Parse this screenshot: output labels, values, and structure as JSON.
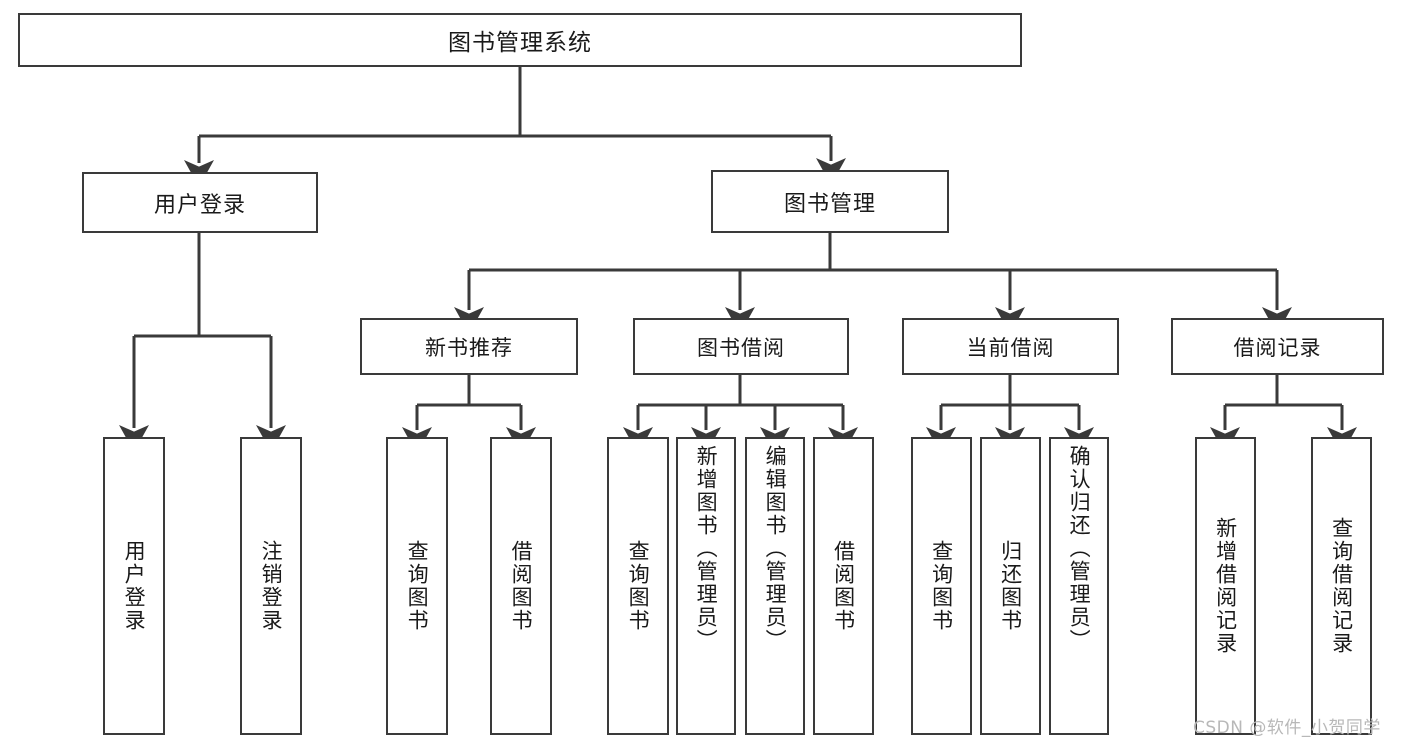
{
  "diagram": {
    "type": "hierarchy-tree",
    "title_node": {
      "id": "root",
      "label": "图书管理系统"
    },
    "level2": [
      {
        "id": "user-login",
        "label": "用户登录"
      },
      {
        "id": "book-management",
        "label": "图书管理"
      }
    ],
    "level3": [
      {
        "id": "new-book-recommend",
        "label": "新书推荐",
        "parent": "book-management"
      },
      {
        "id": "book-borrow",
        "label": "图书借阅",
        "parent": "book-management"
      },
      {
        "id": "current-borrow",
        "label": "当前借阅",
        "parent": "book-management"
      },
      {
        "id": "borrow-record",
        "label": "借阅记录",
        "parent": "book-management"
      }
    ],
    "leaves": [
      {
        "id": "leaf-user-login",
        "label": "用户登录",
        "parent": "user-login"
      },
      {
        "id": "leaf-logout",
        "label": "注销登录",
        "parent": "user-login"
      },
      {
        "id": "leaf-query-book-1",
        "label": "查询图书",
        "parent": "new-book-recommend"
      },
      {
        "id": "leaf-borrow-book-1",
        "label": "借阅图书",
        "parent": "new-book-recommend"
      },
      {
        "id": "leaf-query-book-2",
        "label": "查询图书",
        "parent": "book-borrow"
      },
      {
        "id": "leaf-add-book",
        "label": "新增图书（管理员）",
        "parent": "book-borrow"
      },
      {
        "id": "leaf-edit-book",
        "label": "编辑图书（管理员）",
        "parent": "book-borrow"
      },
      {
        "id": "leaf-borrow-book-2",
        "label": "借阅图书",
        "parent": "book-borrow"
      },
      {
        "id": "leaf-query-book-3",
        "label": "查询图书",
        "parent": "current-borrow"
      },
      {
        "id": "leaf-return-book",
        "label": "归还图书",
        "parent": "current-borrow"
      },
      {
        "id": "leaf-confirm-return",
        "label": "确认归还（管理员）",
        "parent": "current-borrow"
      },
      {
        "id": "leaf-add-record",
        "label": "新增借阅记录",
        "parent": "borrow-record"
      },
      {
        "id": "leaf-query-record",
        "label": "查询借阅记录",
        "parent": "borrow-record"
      }
    ]
  },
  "watermark": {
    "text": "CSDN @软件_小贺同学"
  },
  "colors": {
    "stroke": "#3a3a3a",
    "background": "#ffffff",
    "text": "#1a1a1a",
    "watermark": "#b8b8b8"
  }
}
